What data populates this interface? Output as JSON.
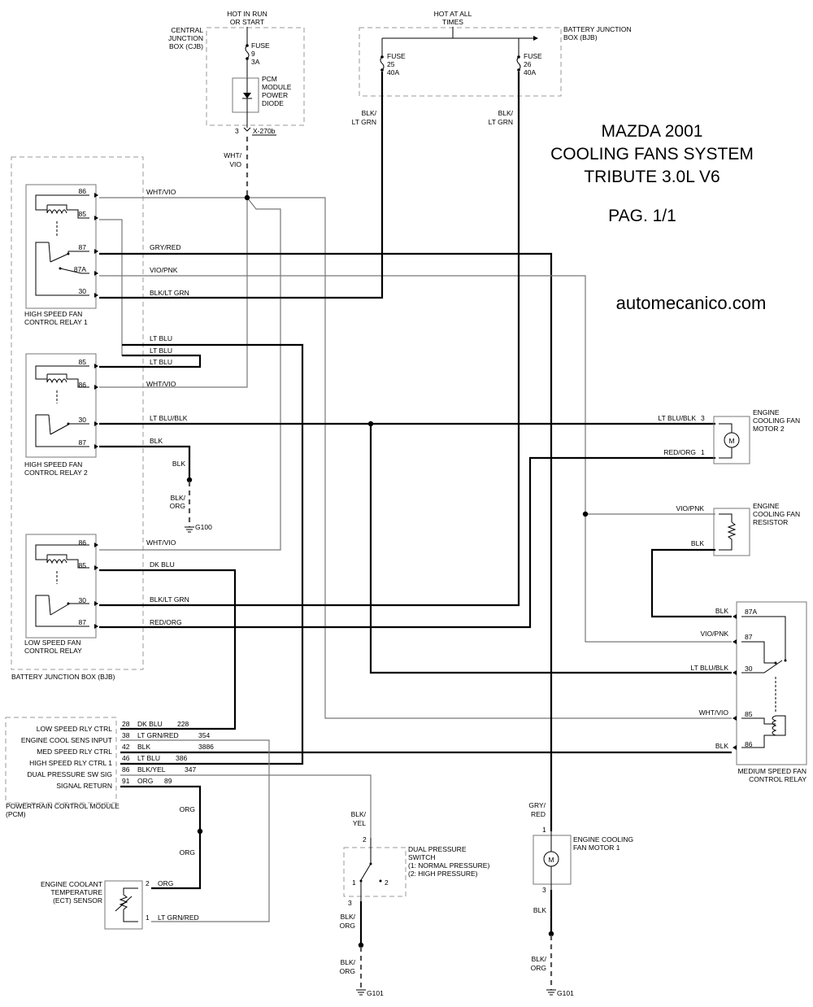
{
  "title": {
    "line1": "MAZDA 2001",
    "line2": "COOLING FANS SYSTEM",
    "line3": "TRIBUTE 3.0L V6",
    "page": "PAG. 1/1"
  },
  "website": "automecanico.com",
  "power": {
    "hot_run_1": "HOT IN RUN",
    "hot_run_2": "OR START",
    "hot_all_1": "HOT AT ALL",
    "hot_all_2": "TIMES"
  },
  "cjb": {
    "label_1": "CENTRAL",
    "label_2": "JUNCTION",
    "label_3": "BOX (CJB)",
    "fuse": "FUSE",
    "fuse_num": "9",
    "fuse_amp": "3A",
    "diode_1": "PCM",
    "diode_2": "MODULE",
    "diode_3": "POWER",
    "diode_4": "DIODE",
    "pin": "3",
    "connector": "X-270b"
  },
  "bjb": {
    "label_1": "BATTERY JUNCTION",
    "label_2": "BOX (BJB)",
    "fuse_a": "FUSE",
    "fuse_a_num": "25",
    "fuse_a_amp": "40A",
    "fuse_b": "FUSE",
    "fuse_b_num": "26",
    "fuse_b_amp": "40A",
    "bottom_label": "BATTERY JUNCTION BOX (BJB)"
  },
  "wire_labels": {
    "blk_ltgrn_a_1": "BLK/",
    "blk_ltgrn_a_2": "LT GRN",
    "blk_ltgrn_b_1": "BLK/",
    "blk_ltgrn_b_2": "LT GRN",
    "whtvio_1": "WHT/",
    "whtvio_2": "VIO"
  },
  "relay1": {
    "name_1": "HIGH SPEED FAN",
    "name_2": "CONTROL RELAY 1",
    "pins": [
      "86",
      "85",
      "87",
      "87A",
      "30"
    ],
    "wires": [
      "WHT/VIO",
      "GRY/RED",
      "VIO/PNK",
      "BLK/LT GRN"
    ]
  },
  "ltblu_wires": [
    "LT BLU",
    "LT BLU",
    "LT BLU"
  ],
  "relay2": {
    "name_1": "HIGH SPEED FAN",
    "name_2": "CONTROL RELAY 2",
    "pins": [
      "85",
      "86",
      "30",
      "87"
    ],
    "wires": [
      "WHT/VIO",
      "LT BLU/BLK",
      "BLK"
    ]
  },
  "ground_g100": {
    "wire_a": "BLK",
    "wire_b_1": "BLK/",
    "wire_b_2": "ORG",
    "name": "G100"
  },
  "relay3": {
    "name_1": "LOW SPEED FAN",
    "name_2": "CONTROL RELAY",
    "pins": [
      "86",
      "85",
      "30",
      "87"
    ],
    "wires": [
      "WHT/VIO",
      "DK BLU",
      "BLK/LT GRN",
      "RED/ORG"
    ]
  },
  "motor2": {
    "name_1": "ENGINE",
    "name_2": "COOLING FAN",
    "name_3": "MOTOR 2",
    "wire_a": "LT BLU/BLK",
    "pin_a": "3",
    "wire_b": "RED/ORG",
    "pin_b": "1",
    "symbol": "M"
  },
  "resistor": {
    "name_1": "ENGINE",
    "name_2": "COOLING FAN",
    "name_3": "RESISTOR",
    "wire_a": "VIO/PNK",
    "wire_b": "BLK"
  },
  "medium_relay": {
    "name_1": "MEDIUM SPEED FAN",
    "name_2": "CONTROL RELAY",
    "pins": [
      "87A",
      "87",
      "30",
      "85",
      "86"
    ],
    "wires": [
      "BLK",
      "VIO/PNK",
      "LT BLU/BLK",
      "WHT/VIO",
      "BLK"
    ]
  },
  "pcm": {
    "name_1": "POWERTRAIN CONTROL MODULE",
    "name_2": "(PCM)",
    "rows": [
      {
        "label": "LOW SPEED RLY CTRL",
        "pin": "28",
        "color": "DK BLU",
        "circuit": "228"
      },
      {
        "label": "ENGINE COOL SENS INPUT",
        "pin": "38",
        "color": "LT GRN/RED",
        "circuit": "354"
      },
      {
        "label": "MED SPEED RLY CTRL",
        "pin": "42",
        "color": "BLK",
        "circuit": "3886"
      },
      {
        "label": "HIGH SPEED RLY CTRL 1",
        "pin": "46",
        "color": "LT BLU",
        "circuit": "386"
      },
      {
        "label": "DUAL PRESSURE SW SIG",
        "pin": "86",
        "color": "BLK/YEL",
        "circuit": "347"
      },
      {
        "label": "SIGNAL RETURN",
        "pin": "91",
        "color": "ORG",
        "circuit": "89"
      }
    ]
  },
  "ect": {
    "name_1": "ENGINE COOLANT",
    "name_2": "TEMPERATURE",
    "name_3": "(ECT) SENSOR",
    "pin_a": "2",
    "wire_a": "ORG",
    "pin_b": "1",
    "wire_b": "LT GRN/RED",
    "org_1": "ORG",
    "org_2": "ORG"
  },
  "dps": {
    "name_1": "DUAL PRESSURE",
    "name_2": "SWITCH",
    "name_3": "(1: NORMAL PRESSURE)",
    "name_4": "(2: HIGH PRESSURE)",
    "wire_top_1": "BLK/",
    "wire_top_2": "YEL",
    "pin_top": "2",
    "pos_1": "1",
    "pos_2": "2",
    "pin_bottom": "3",
    "wire_b1_1": "BLK/",
    "wire_b1_2": "ORG",
    "wire_b2_1": "BLK/",
    "wire_b2_2": "ORG",
    "ground": "G101"
  },
  "motor1": {
    "name_1": "ENGINE COOLING",
    "name_2": "FAN MOTOR 1",
    "wire_top_1": "GRY/",
    "wire_top_2": "RED",
    "pin_top": "1",
    "pin_bottom": "3",
    "wire_b1": "BLK",
    "wire_b2_1": "BLK/",
    "wire_b2_2": "ORG",
    "symbol": "M",
    "ground": "G101"
  }
}
